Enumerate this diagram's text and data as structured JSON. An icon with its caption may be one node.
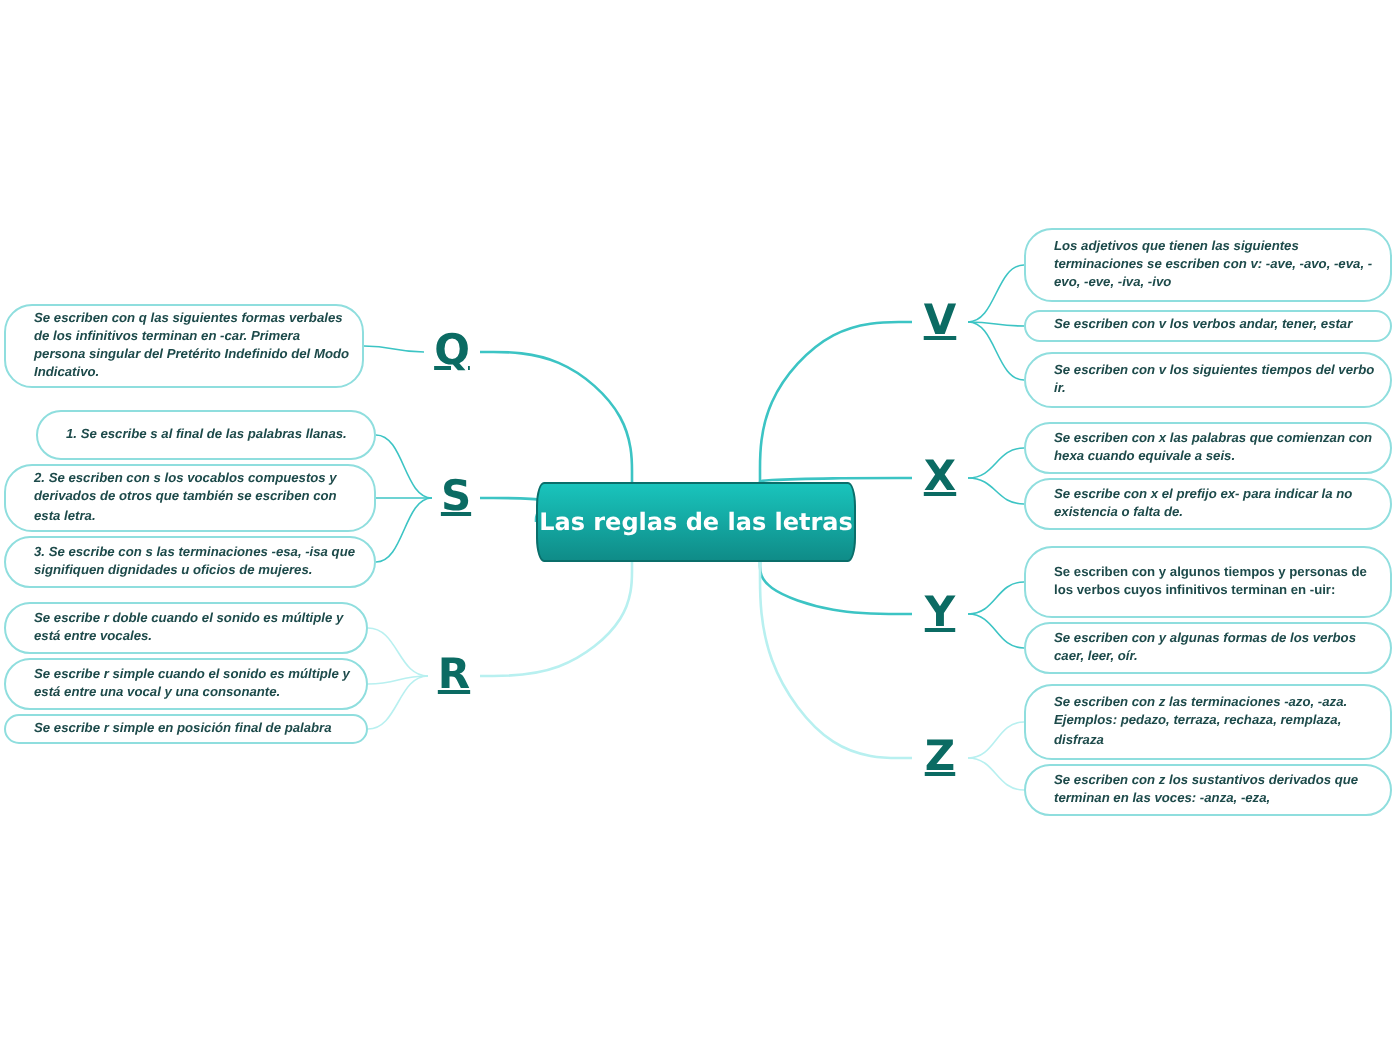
{
  "diagram": {
    "nodes": [
      {
        "text": [
          "Las reglas de las letras"
        ]
      },
      {
        "text": [
          "Q"
        ]
      },
      {
        "text": [
          "S"
        ]
      },
      {
        "text": [
          "R"
        ]
      },
      {
        "text": [
          "V"
        ]
      },
      {
        "text": [
          "X"
        ]
      },
      {
        "text": [
          "Y"
        ]
      },
      {
        "text": [
          "Z"
        ]
      },
      {
        "text": [
          "Se escriben con q las siguientes formas verbales de los infinitivos terminan en -car. Primera persona singular del Pretérito Indefinido del Modo Indicativo."
        ]
      },
      {
        "text": [
          "1. Se escribe s al final de las palabras llanas."
        ]
      },
      {
        "text": [
          "2. Se escriben con s los vocablos compuestos y derivados de otros que también se escriben con esta letra."
        ]
      },
      {
        "text": [
          "3. Se escribe con s las terminaciones -esa, -isa que signifiquen dignidades u oficios de mujeres."
        ]
      },
      {
        "text": [
          "Se escribe r doble cuando el sonido es múltiple y está entre vocales."
        ]
      },
      {
        "text": [
          "Se escribe r simple cuando el sonido es múltiple y está entre una vocal y una consonante."
        ]
      },
      {
        "text": [
          "Se escribe r simple en posición final de palabra"
        ]
      },
      {
        "text": [
          "Los adjetivos que tienen las siguientes terminaciones se escriben con v: -ave, -avo, -eva, -evo, -eve, -iva, -ivo"
        ]
      },
      {
        "text": [
          "Se escriben con v los verbos andar, tener, estar"
        ]
      },
      {
        "text": [
          "Se escriben con v los siguientes tiempos del verbo ir."
        ]
      },
      {
        "text": [
          "Se escriben con x las palabras que comienzan con hexa cuando equivale a seis."
        ]
      },
      {
        "text": [
          "Se escribe con x el prefijo ex- para indicar la no existencia o falta de."
        ]
      },
      {
        "text": [
          "Se escriben con y algunos tiempos y personas de los verbos cuyos infinitivos terminan en -uir:"
        ]
      },
      {
        "text": [
          "Se escriben con y algunas formas de los verbos caer, leer, oír."
        ]
      },
      {
        "text": [
          "Se escriben con z las terminaciones -azo, -aza. Ejemplos: pedazo, terraza, rechaza, remplaza, disfraza"
        ]
      },
      {
        "text": [
          "Se escriben con z los sustantivos derivados que terminan en las voces: -anza, -eza,"
        ]
      }
    ],
    "edges": [
      {
        "from": 0,
        "to": 1,
        "arrow": "none"
      },
      {
        "from": 0,
        "to": 2,
        "arrow": "none"
      },
      {
        "from": 0,
        "to": 3,
        "arrow": "none",
        "color": "#b8f0f0"
      },
      {
        "from": 0,
        "to": 4,
        "arrow": "none"
      },
      {
        "from": 0,
        "to": 5,
        "arrow": "none"
      },
      {
        "from": 0,
        "to": 6,
        "arrow": "none"
      },
      {
        "from": 0,
        "to": 7,
        "arrow": "none",
        "color": "#b8f0f0"
      },
      {
        "from": 1,
        "to": 8,
        "arrow": "none"
      },
      {
        "from": 2,
        "to": 9,
        "arrow": "none"
      },
      {
        "from": 2,
        "to": 10,
        "arrow": "none"
      },
      {
        "from": 2,
        "to": 11,
        "arrow": "none"
      },
      {
        "from": 3,
        "to": 12,
        "arrow": "none",
        "color": "#b8f0f0"
      },
      {
        "from": 3,
        "to": 13,
        "arrow": "none",
        "color": "#b8f0f0"
      },
      {
        "from": 3,
        "to": 14,
        "arrow": "none",
        "color": "#b8f0f0"
      },
      {
        "from": 4,
        "to": 15,
        "arrow": "none"
      },
      {
        "from": 4,
        "to": 16,
        "arrow": "none"
      },
      {
        "from": 4,
        "to": 17,
        "arrow": "none"
      },
      {
        "from": 5,
        "to": 18,
        "arrow": "none"
      },
      {
        "from": 5,
        "to": 19,
        "arrow": "none"
      },
      {
        "from": 6,
        "to": 20,
        "arrow": "none"
      },
      {
        "from": 6,
        "to": 21,
        "arrow": "none"
      },
      {
        "from": 7,
        "to": 22,
        "arrow": "none",
        "color": "#b8f0f0"
      },
      {
        "from": 7,
        "to": 23,
        "arrow": "none",
        "color": "#b8f0f0"
      }
    ]
  }
}
